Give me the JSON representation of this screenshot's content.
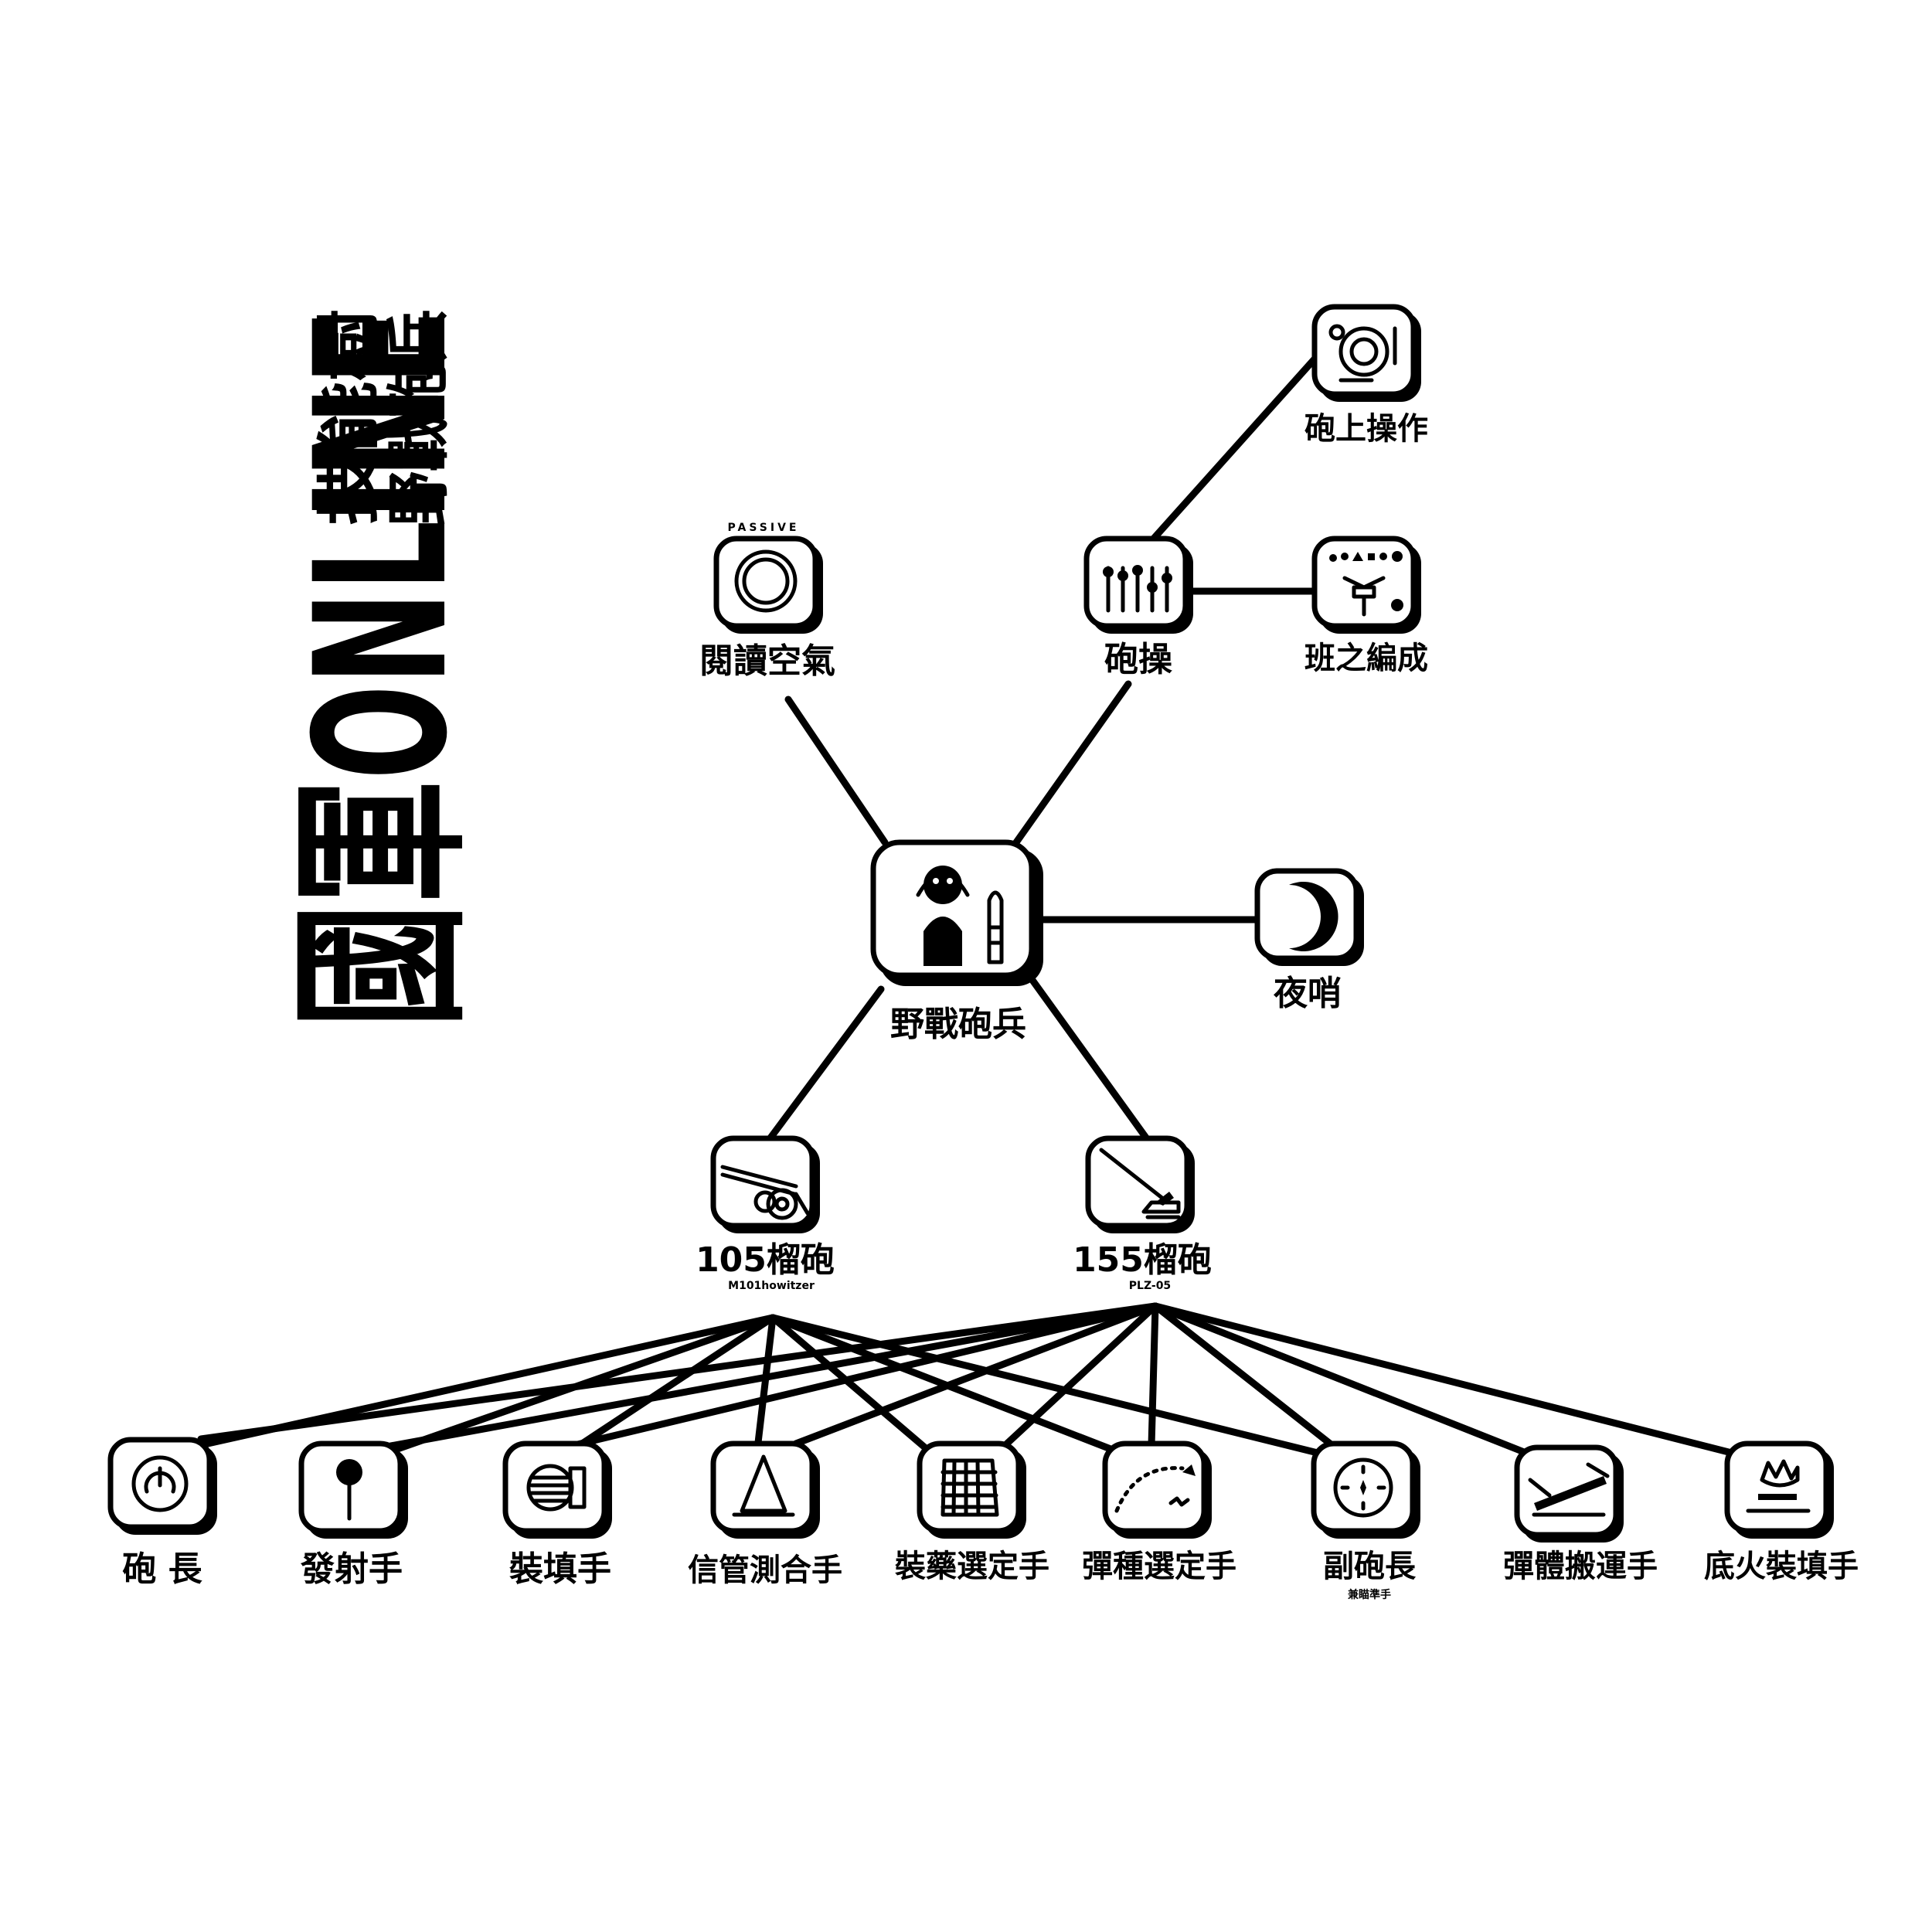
{
  "title": {
    "main": "國軍ONLINE",
    "sub_lines": [
      "技能樹",
      "野戰砲兵"
    ]
  },
  "nodes": {
    "root": {
      "label": "野戰砲兵",
      "icon": "artillery-soldier-icon"
    },
    "read_air": {
      "label": "閱讀空氣",
      "tag": "PASSIVE",
      "icon": "ring-icon"
    },
    "drill": {
      "label": "砲操",
      "icon": "sliders-icon"
    },
    "gun_ops": {
      "label": "砲上操作",
      "icon": "gun-panel-icon"
    },
    "squad": {
      "label": "班之編成",
      "icon": "squad-formation-icon"
    },
    "night_watch": {
      "label": "夜哨",
      "icon": "crescent-moon-icon"
    },
    "h105": {
      "label": "105榴砲",
      "sub": "M101howitzer",
      "icon": "towed-howitzer-icon"
    },
    "h155": {
      "label": "155榴砲",
      "sub": "PLZ-05",
      "icon": "self-propelled-gun-icon"
    }
  },
  "roles": [
    {
      "label": "砲 長",
      "icon": "power-dial-icon"
    },
    {
      "label": "發射手",
      "icon": "lanyard-pin-icon"
    },
    {
      "label": "裝填手",
      "icon": "loader-panel-icon"
    },
    {
      "label": "信管測合手",
      "icon": "cone-icon"
    },
    {
      "label": "裝藥選定手",
      "icon": "grid-net-icon"
    },
    {
      "label": "彈種選定手",
      "icon": "trajectory-icon"
    },
    {
      "label": "副砲長",
      "sub": "兼瞄準手",
      "icon": "compass-icon"
    },
    {
      "label": "彈體搬運手",
      "icon": "stretcher-icon"
    },
    {
      "label": "底火裝填手",
      "icon": "fire-icon"
    }
  ]
}
